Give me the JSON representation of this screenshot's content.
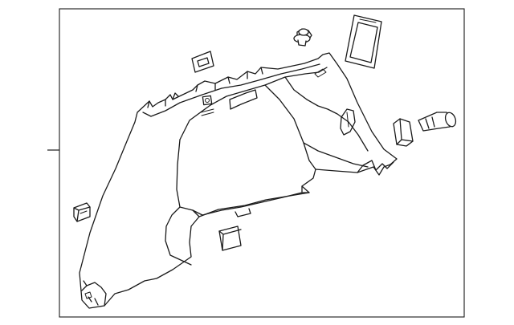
{
  "diagram": {
    "background": "#ffffff",
    "stroke_color": "#1a1a1a",
    "parts": [
      {
        "name": "quarter-trim-panel"
      },
      {
        "name": "push-retainer-clip"
      },
      {
        "name": "cargo-light-lens"
      },
      {
        "name": "bracket-clip"
      },
      {
        "name": "bulb"
      },
      {
        "name": "bulb-socket"
      },
      {
        "name": "side-clip"
      },
      {
        "name": "lower-block-clip"
      }
    ]
  }
}
